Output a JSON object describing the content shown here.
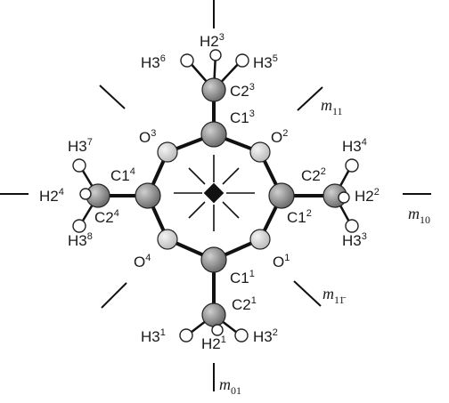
{
  "labels": {
    "h3_6": {
      "base": "H3",
      "sup": "6"
    },
    "h2_3": {
      "base": "H2",
      "sup": "3"
    },
    "h3_5": {
      "base": "H3",
      "sup": "5"
    },
    "c2_3": {
      "base": "C2",
      "sup": "3"
    },
    "c1_3": {
      "base": "C1",
      "sup": "3"
    },
    "o3": {
      "base": "O",
      "sup": "3"
    },
    "o2": {
      "base": "O",
      "sup": "2"
    },
    "h3_7": {
      "base": "H3",
      "sup": "7"
    },
    "h3_4": {
      "base": "H3",
      "sup": "4"
    },
    "c1_4": {
      "base": "C1",
      "sup": "4"
    },
    "c2_2": {
      "base": "C2",
      "sup": "2"
    },
    "h2_4": {
      "base": "H2",
      "sup": "4"
    },
    "h2_2": {
      "base": "H2",
      "sup": "2"
    },
    "c2_4": {
      "base": "C2",
      "sup": "4"
    },
    "c1_2": {
      "base": "C1",
      "sup": "2"
    },
    "h3_8": {
      "base": "H3",
      "sup": "8"
    },
    "h3_3": {
      "base": "H3",
      "sup": "3"
    },
    "o4": {
      "base": "O",
      "sup": "4"
    },
    "o1": {
      "base": "O",
      "sup": "1"
    },
    "c1_1": {
      "base": "C1",
      "sup": "1"
    },
    "c2_1": {
      "base": "C2",
      "sup": "1"
    },
    "h3_1": {
      "base": "H3",
      "sup": "1"
    },
    "h2_1": {
      "base": "H2",
      "sup": "1"
    },
    "h3_2": {
      "base": "H3",
      "sup": "2"
    }
  },
  "mirror_labels": {
    "m11": {
      "base": "m",
      "sub": "11"
    },
    "m10": {
      "base": "m",
      "sub": "10"
    },
    "m1-1": {
      "base": "m",
      "sub": "11̄"
    },
    "m01": {
      "base": "m",
      "sub": "01"
    }
  },
  "colors": {
    "carbon": "#8a8a8a",
    "oxygen": "#d4d4d4",
    "hydrogen": "#ffffff",
    "ink": "#111111"
  }
}
